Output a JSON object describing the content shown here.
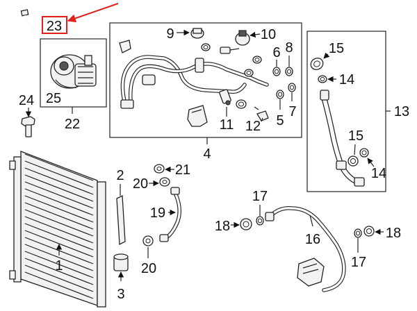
{
  "labels": {
    "p1": "1",
    "p2": "2",
    "p3": "3",
    "p4": "4",
    "p5": "5",
    "p6": "6",
    "p7": "7",
    "p8": "8",
    "p9": "9",
    "p10": "10",
    "p11": "11",
    "p12": "12",
    "p13": "13",
    "p14a": "14",
    "p14b": "14",
    "p15a": "15",
    "p15b": "15",
    "p16": "16",
    "p17a": "17",
    "p17b": "17",
    "p18a": "18",
    "p18b": "18",
    "p19": "19",
    "p20a": "20",
    "p20b": "20",
    "p21": "21",
    "p22": "22",
    "p23": "23",
    "p24": "24",
    "p25": "25"
  },
  "highlight": {
    "label": "p23",
    "color": "#e0201b"
  }
}
